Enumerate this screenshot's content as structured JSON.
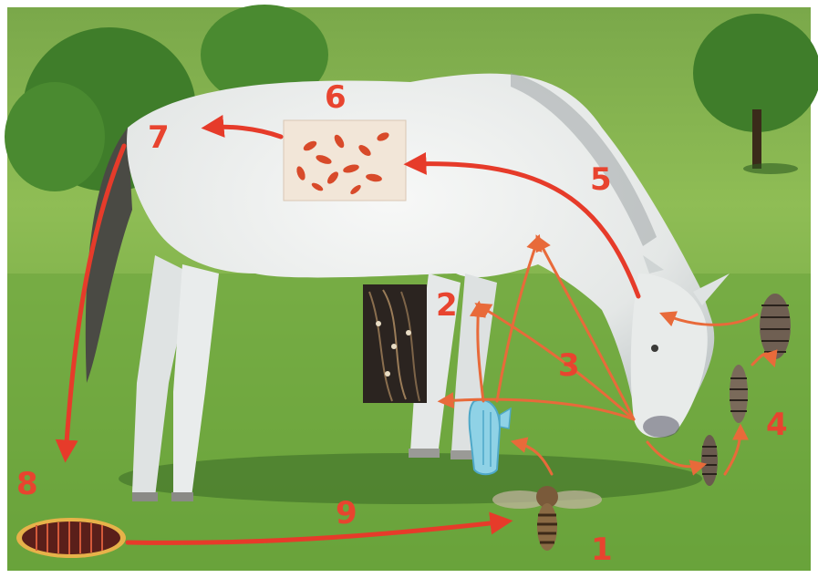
{
  "colors": {
    "arrow": "#e63b2a",
    "label": "#e8442f",
    "grass_light": "#7fb34a",
    "grass_dark": "#4e8a2c",
    "horse": "#eef0ee",
    "horse_shadow": "#b9bfc0",
    "tree": "#3f7d2a"
  },
  "stage_labels": [
    {
      "id": "1",
      "text": "1"
    },
    {
      "id": "2",
      "text": "2"
    },
    {
      "id": "3",
      "text": "3"
    },
    {
      "id": "4",
      "text": "4"
    },
    {
      "id": "5",
      "text": "5"
    },
    {
      "id": "6",
      "text": "6"
    },
    {
      "id": "7",
      "text": "7"
    },
    {
      "id": "8",
      "text": "8"
    },
    {
      "id": "9",
      "text": "9"
    }
  ],
  "illustrations": [
    {
      "name": "adult-botfly-icon",
      "depicts": "adult bot fly"
    },
    {
      "name": "egg-icon",
      "depicts": "egg"
    },
    {
      "name": "larva-on-hair-photo",
      "depicts": "eggs on horse leg hair"
    },
    {
      "name": "stomach-larvae-photo",
      "depicts": "larvae attached in stomach"
    },
    {
      "name": "larva-stage-icon",
      "depicts": "larval stages"
    },
    {
      "name": "pupa-icon",
      "depicts": "pupa on ground"
    }
  ]
}
